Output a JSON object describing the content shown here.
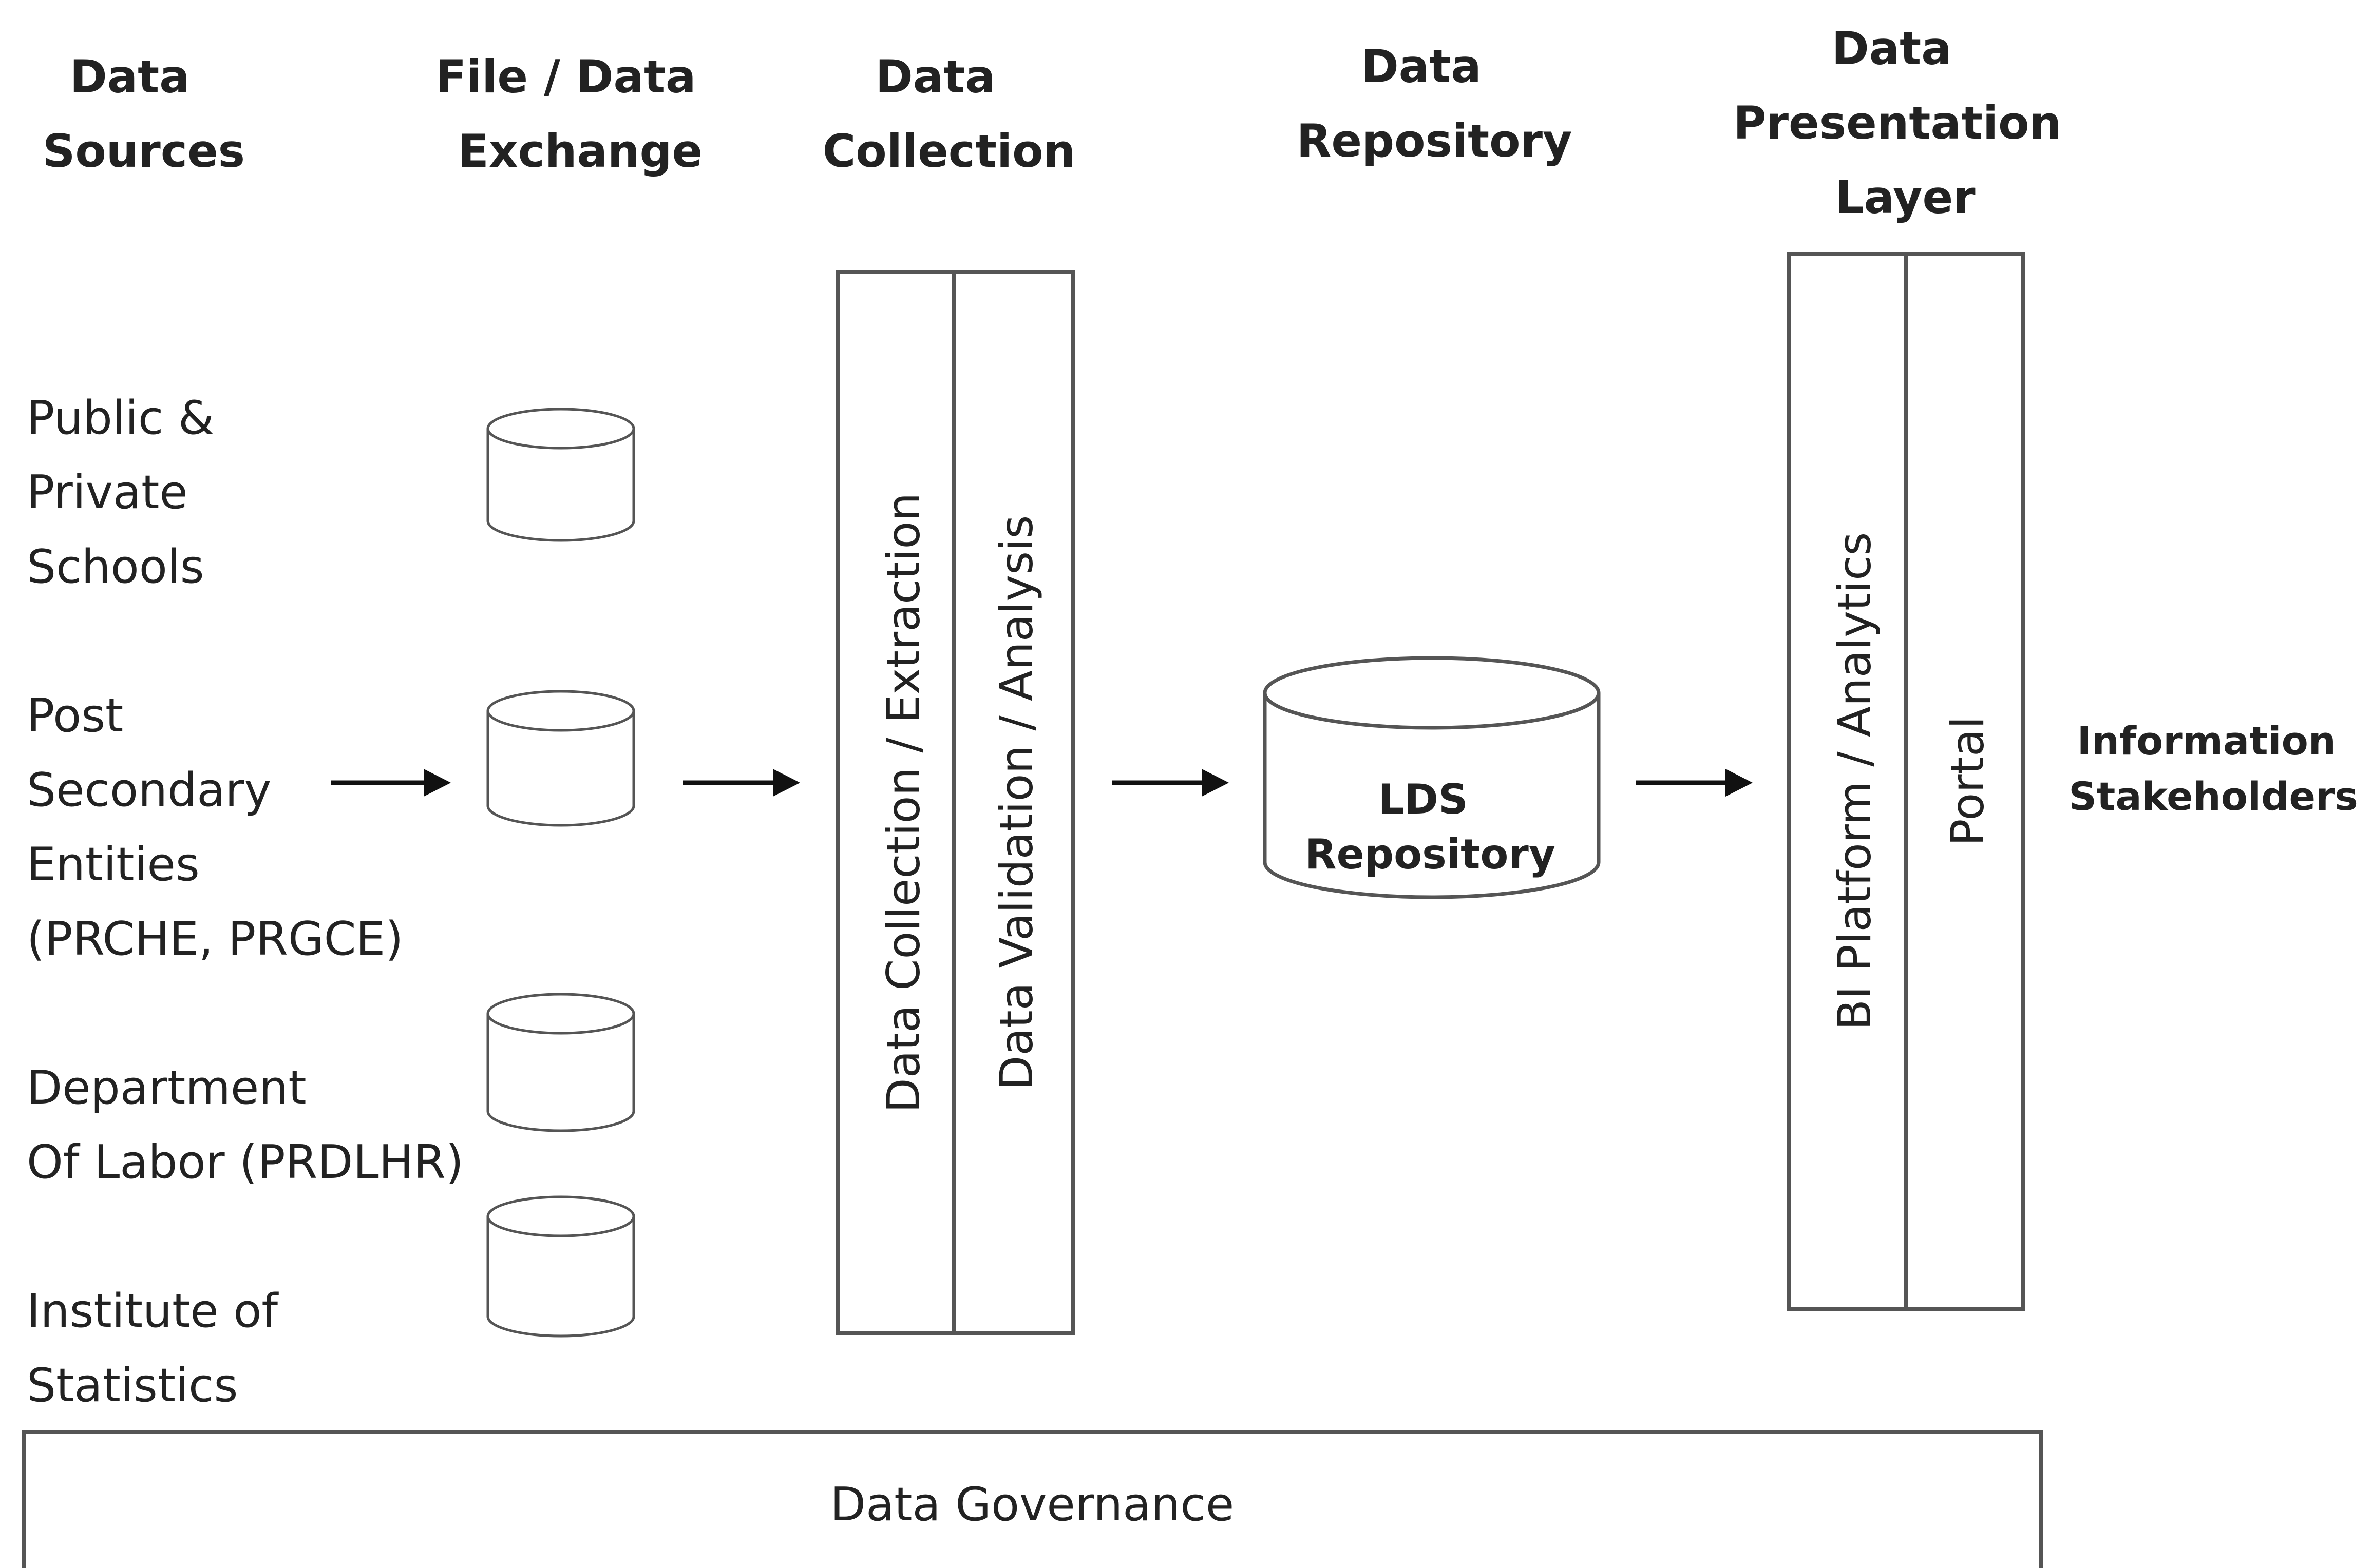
{
  "headers": {
    "data_sources": [
      "Data",
      "Sources"
    ],
    "file_exchange": [
      "File / Data",
      "Exchange"
    ],
    "data_collection": [
      "Data",
      "Collection"
    ],
    "data_repository": [
      "Data",
      "Repository"
    ],
    "presentation_layer": [
      "Data",
      "Presentation",
      "Layer"
    ]
  },
  "sources": [
    {
      "lines": [
        "Public &",
        "Private",
        "Schools"
      ]
    },
    {
      "lines": [
        "Post",
        "Secondary",
        "Entities",
        "(PRCHE, PRGCE)"
      ]
    },
    {
      "lines": [
        "Department",
        "Of Labor (PRDLHR)"
      ]
    },
    {
      "lines": [
        "Institute of",
        "Statistics"
      ]
    }
  ],
  "collection_columns": {
    "left": "Data Collection / Extraction",
    "right": "Data Validation  / Analysis"
  },
  "repository": {
    "line1": "LDS",
    "line2": "Repository"
  },
  "presentation_columns": {
    "left": "BI Platform / Analytics",
    "right": "Portal"
  },
  "stakeholders": [
    "Information",
    "Stakeholders"
  ],
  "governance": "Data Governance"
}
